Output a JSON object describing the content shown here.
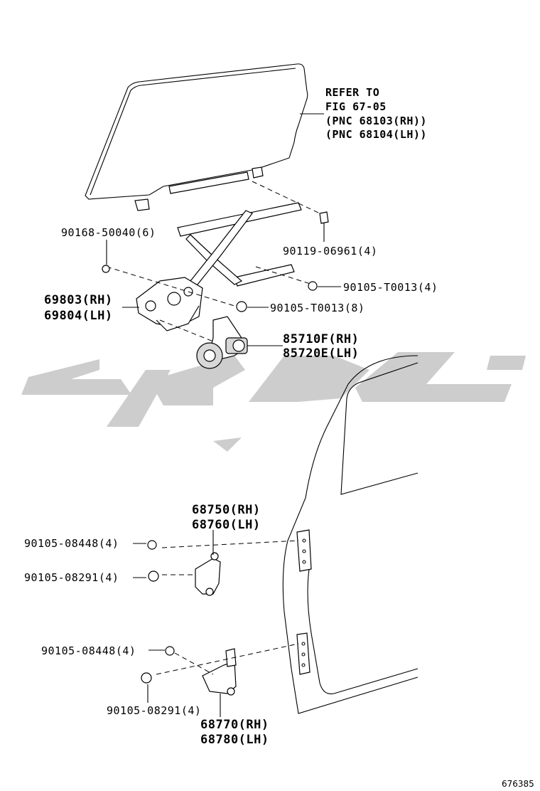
{
  "diagram": {
    "refer_note": {
      "line1": "REFER TO",
      "line2": "FIG 67-05",
      "line3": "(PNC 68103(RH))",
      "line4": "(PNC 68104(LH))"
    },
    "labels": {
      "bolt_90168": "90168-50040(6)",
      "bolt_90119": "90119-06961(4)",
      "bolt_90105_t0013_4": "90105-T0013(4)",
      "bolt_90105_t0013_8": "90105-T0013(8)",
      "regulator_rh": "69803(RH)",
      "regulator_lh": "69804(LH)",
      "motor_rh": "85710F(RH)",
      "motor_lh": "85720E(LH)",
      "upper_hinge_rh": "68750(RH)",
      "upper_hinge_lh": "68760(LH)",
      "bolt_upper_08448": "90105-08448(4)",
      "bolt_upper_08291": "90105-08291(4)",
      "bolt_lower_08448": "90105-08448(4)",
      "bolt_lower_08291": "90105-08291(4)",
      "lower_hinge_rh": "68770(RH)",
      "lower_hinge_lh": "68780(LH)"
    },
    "figure_code": "676385",
    "watermark_color": "#cdcdcd"
  }
}
